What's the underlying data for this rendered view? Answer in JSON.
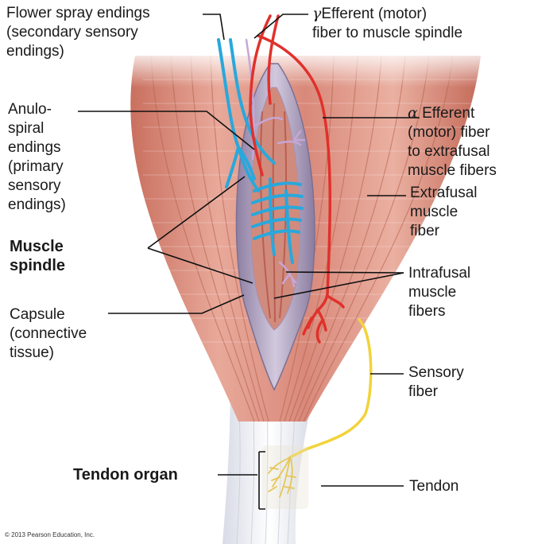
{
  "labels": {
    "flower_spray": "Flower spray endings\n(secondary sensory\nendings)",
    "gamma_symbol": "γ",
    "gamma_efferent": "Efferent (motor)\nfiber to muscle spindle",
    "anulospiral": "Anulo-\nspiral\nendings\n(primary\nsensory\nendings)",
    "alpha_symbol": "α",
    "alpha_efferent": " Efferent\n(motor) fiber\nto extrafusal\nmuscle fibers",
    "extrafusal": "Extrafusal\nmuscle\nfiber",
    "muscle_spindle": "Muscle\nspindle",
    "intrafusal": "Intrafusal\nmuscle\nfibers",
    "capsule": "Capsule\n(connective\ntissue)",
    "sensory_fiber": "Sensory\nfiber",
    "tendon_organ": "Tendon organ",
    "tendon": "Tendon"
  },
  "copyright": "© 2013 Pearson Education, Inc.",
  "colors": {
    "muscle": "#d9897a",
    "muscle_dark": "#b8614f",
    "tendon": "#eef0f6",
    "capsule": "#a79ab8",
    "sensory_blue": "#29a8dc",
    "motor_red": "#e0312b",
    "sensory_yellow": "#f2d33a",
    "leader": "#111111"
  }
}
